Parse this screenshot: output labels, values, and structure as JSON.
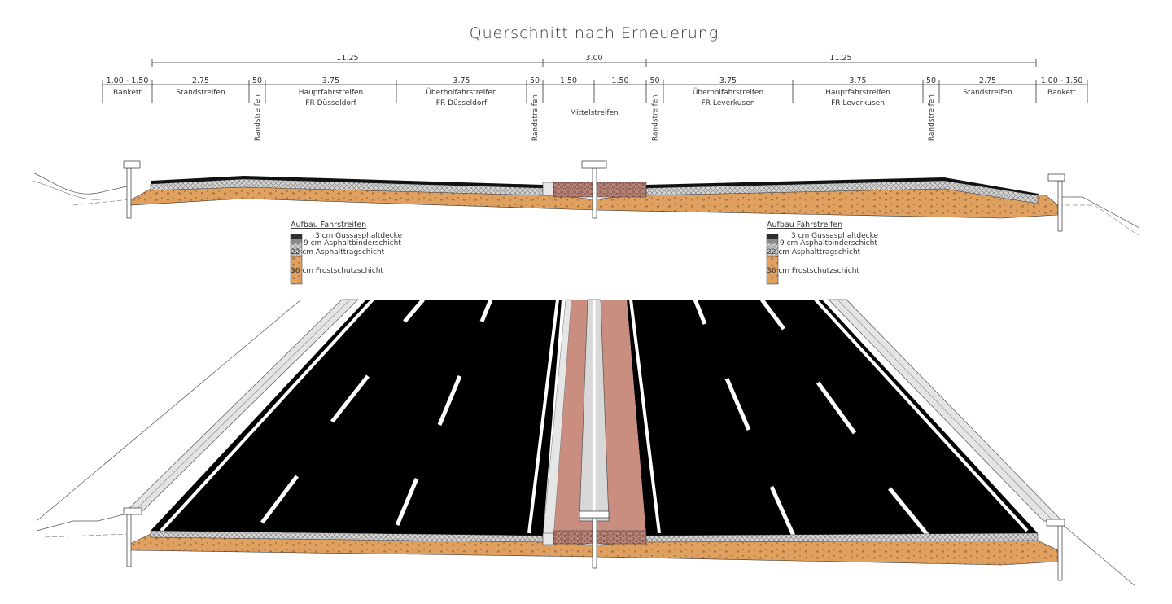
{
  "title": "Querschnitt nach Erneuerung",
  "overall_dimensions": [
    "11.25",
    "3.00",
    "11.25"
  ],
  "segments": [
    {
      "width": "1.00 - 1.50",
      "label": "Bankett"
    },
    {
      "width": "2.75",
      "label": "Standstreifen"
    },
    {
      "width": "50",
      "label": "Randstreifen"
    },
    {
      "width": "3.75",
      "label": "Hauptfahrstreifen",
      "label2": "FR Düsseldorf"
    },
    {
      "width": "3.75",
      "label": "Überholfahrstreifen",
      "label2": "FR Düsseldorf"
    },
    {
      "width": "50",
      "label": "Randstreifen"
    },
    {
      "width": "1.50",
      "label": ""
    },
    {
      "width": "1.50",
      "label": ""
    },
    {
      "width": "50",
      "label": "Randstreifen"
    },
    {
      "width": "3.75",
      "label": "Überholfahrstreifen",
      "label2": "FR Leverkusen"
    },
    {
      "width": "3.75",
      "label": "Hauptfahrstreifen",
      "label2": "FR Leverkusen"
    },
    {
      "width": "50",
      "label": "Randstreifen"
    },
    {
      "width": "2.75",
      "label": "Standstreifen"
    },
    {
      "width": "1.00 - 1.50",
      "label": "Bankett"
    }
  ],
  "median_label": "Mittelstreifen",
  "legend": {
    "title": "Aufbau Fahrstreifen",
    "layers": [
      {
        "text": "3 cm Gussasphaltdecke",
        "color": "#3a3a3a"
      },
      {
        "text": "9 cm Asphaltbinderschicht",
        "color": "#8a8a8a"
      },
      {
        "text": "22 cm Asphalttragschicht",
        "color": "#c9c9c9"
      },
      {
        "text": "36 cm Frostschutzschicht",
        "color": "#e0a060"
      }
    ]
  },
  "colors": {
    "asphalt": "#000000",
    "frost": "#e0a060",
    "median": "#c98e80",
    "gravel": "#b07868"
  }
}
